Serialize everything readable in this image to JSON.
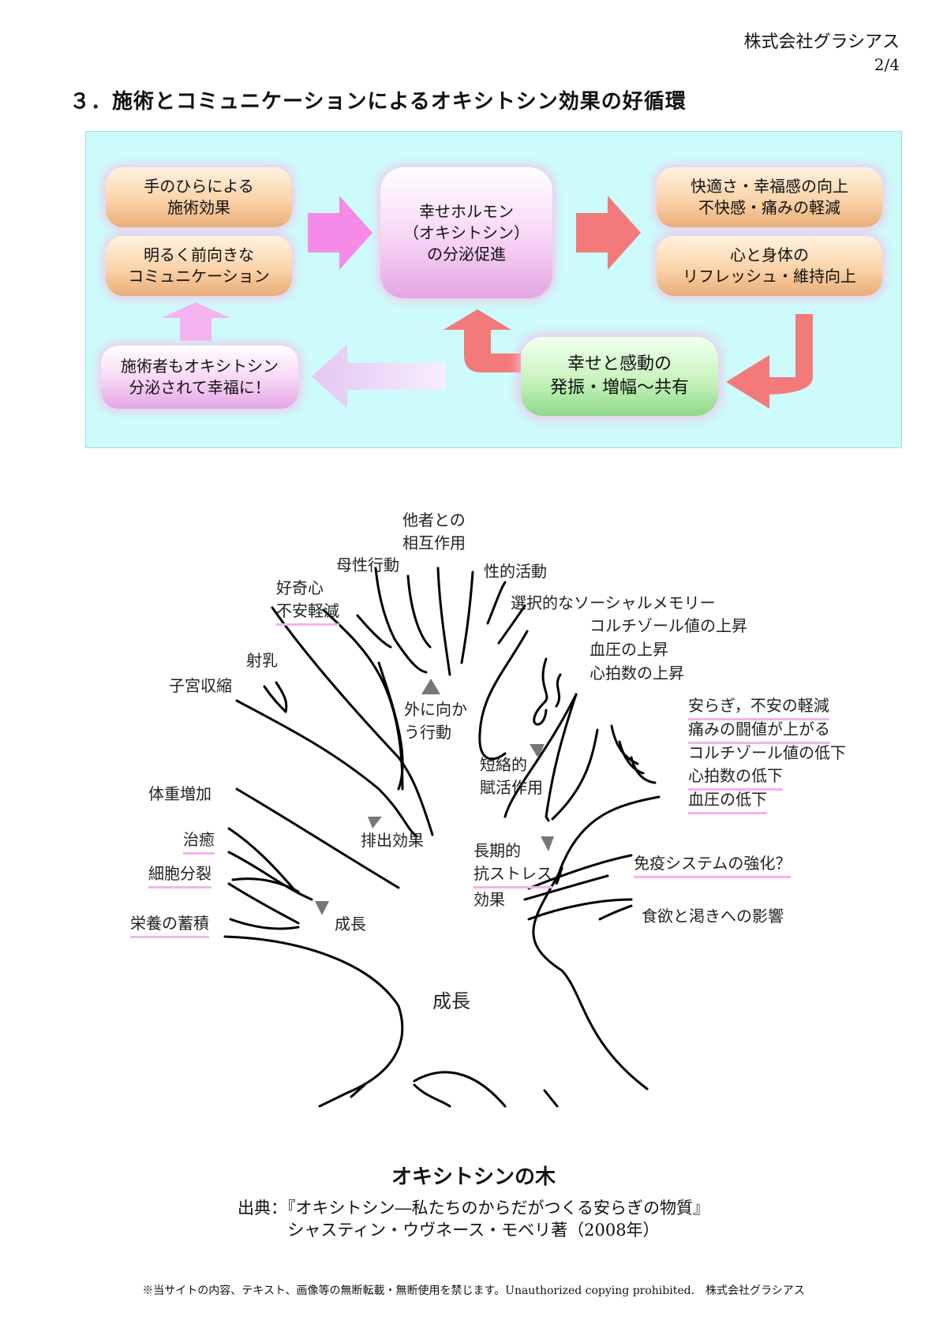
{
  "header": {
    "company": "株式会社グラシアス",
    "page": "2/4"
  },
  "section_title": "３．施術とコミュニケーションによるオキシトシン効果の好循環",
  "cycle": {
    "box_treatment": {
      "line1": "手のひらによる",
      "line2": "施術効果"
    },
    "box_communication": {
      "line1": "明るく前向きな",
      "line2": "コミュニケーション"
    },
    "box_hormone": {
      "line1": "幸せホルモン",
      "line2": "（オキシトシン）",
      "line3": "の分泌促進"
    },
    "box_comfort": {
      "line1": "快適さ・幸福感の向上",
      "line2": "不快感・痛みの軽減"
    },
    "box_refresh": {
      "line1": "心と身体の",
      "line2": "リフレッシュ・維持向上"
    },
    "box_share": {
      "line1": "幸せと感動の",
      "line2": "発振・増幅～共有"
    },
    "box_practitioner": {
      "line1": "施術者もオキシトシン",
      "line2": "分泌されて幸福に！"
    },
    "colors": {
      "panel": "#cdfafb",
      "arrow_pink": "#f58ae8",
      "arrow_red": "#f37a7a",
      "arrow_lavender": "#e9cff5"
    }
  },
  "tree": {
    "labels": {
      "mutual": {
        "line1": "他者との",
        "line2": "相互作用"
      },
      "maternal": "母性行動",
      "sexual": "性的活動",
      "curiosity": "好奇心",
      "anxiety_relief": "不安軽減",
      "selective_memory": "選択的なソーシャルメモリー",
      "cortisol_up": "コルチゾール値の上昇",
      "bp_up": "血圧の上昇",
      "hr_up": "心拍数の上昇",
      "ejection": "射乳",
      "uterine": "子宮収縮",
      "outward": {
        "line1": "外に向か",
        "line2": "う行動"
      },
      "calm": "安らぎ，不安の軽減",
      "pain_threshold": "痛みの闘値が上がる",
      "cortisol_down": "コルチゾール値の低下",
      "hr_down": "心拍数の低下",
      "bp_down": "血圧の低下",
      "short_term": {
        "line1": "短絡的",
        "line2": "賦活作用"
      },
      "weight_gain": "体重増加",
      "healing": "治癒",
      "cell_division": "細胞分裂",
      "storage": "栄養の蓄積",
      "excretion": "排出効果",
      "long_term": {
        "line1": "長期的",
        "line2": "抗ストレス",
        "line3": "効果"
      },
      "immune": "免疫システムの強化？",
      "appetite": "食欲と渇きへの影響",
      "growth_branch": "成長",
      "growth_trunk": "成長"
    },
    "highlight_color": "#f2b3f0"
  },
  "caption": {
    "title": "オキシトシンの木",
    "source": "出典：『オキシトシン―私たちのからだがつくる安らぎの物質』",
    "author": "シャスティン・ウヴネース・モベリ著（2008年）"
  },
  "footer": "※当サイトの内容、テキスト、画像等の無断転載・無断使用を禁じます。Unauthorized copying prohibited.　株式会社グラシアス"
}
